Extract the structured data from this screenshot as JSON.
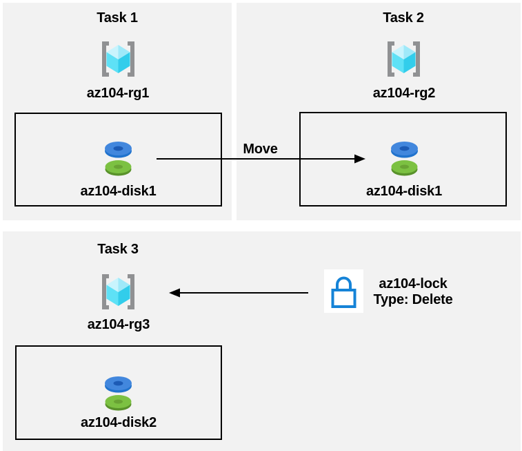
{
  "panels": [
    {
      "title": "Task 1",
      "resource_group": "az104-rg1",
      "disk": "az104-disk1"
    },
    {
      "title": "Task 2",
      "resource_group": "az104-rg2",
      "disk": "az104-disk1"
    },
    {
      "title": "Task 3",
      "resource_group": "az104-rg3",
      "disk": "az104-disk2"
    }
  ],
  "move_arrow": {
    "label": "Move"
  },
  "lock": {
    "name": "az104-lock",
    "type": "Type: Delete"
  },
  "icons": {
    "resource_group": "resource-group-icon",
    "disk": "disk-icon",
    "lock": "lock-icon"
  },
  "colors": {
    "panel_bg": "#f2f2f2",
    "box_border": "#000000",
    "arrow": "#000000",
    "bracket_gray": "#909193",
    "cube_top_light": "#c9f4fd",
    "cube_top_mid": "#9fe9f9",
    "cube_front_left": "#5ee1f6",
    "cube_front_right": "#32cdeb",
    "disk_blue_top": "#4287dd",
    "disk_blue_side": "#2173cd",
    "disk_blue_hole": "#1c5bb5",
    "disk_green_top": "#7cc142",
    "disk_green_side": "#59922b",
    "disk_green_hole": "#69a334",
    "lock_blue": "#1583d7"
  }
}
